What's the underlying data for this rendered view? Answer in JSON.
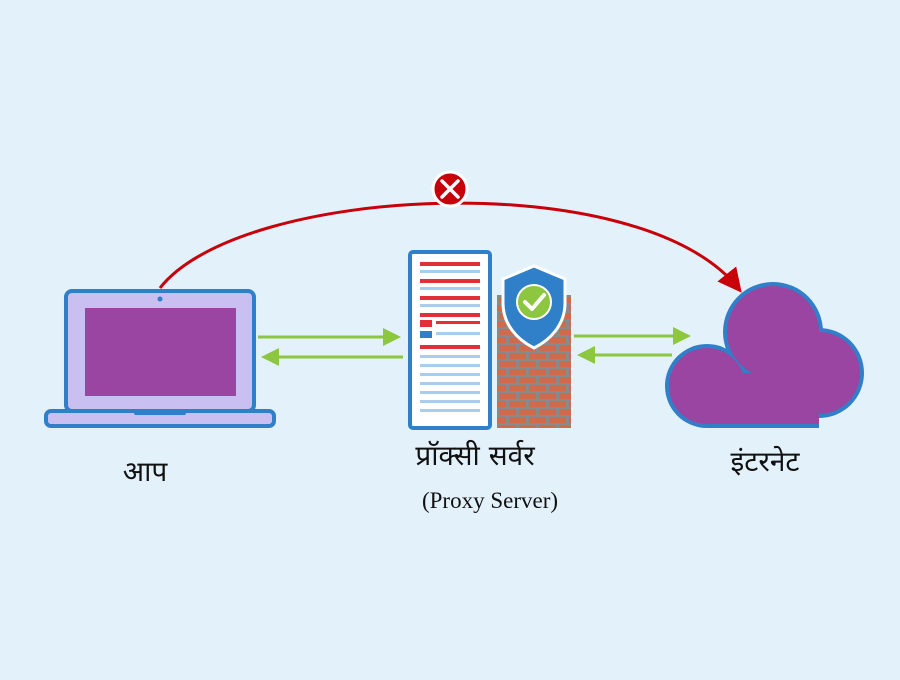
{
  "labels": {
    "you": "आप",
    "proxy_server": "प्रॉक्सी सर्वर",
    "proxy_server_en": "(Proxy Server)",
    "internet": "इंटरनेट"
  },
  "icons": {
    "laptop": "laptop-icon",
    "server": "server-icon",
    "firewall": "brick-wall-icon",
    "shield": "shield-check-icon",
    "cloud": "cloud-icon",
    "blocked": "blocked-x-icon"
  },
  "colors": {
    "background": "#e3f1fb",
    "blocked_arrow": "#c8000a",
    "allowed_arrows": "#8dc63f",
    "laptop_frame": "#2f7fc9",
    "laptop_fill": "#c9bff0",
    "screen": "#9b45a2",
    "cloud": "#9b45a2",
    "server_bar_red": "#e23038",
    "server_bar_blue": "#a9cdee",
    "brick": "#d06a4c",
    "shield": "#2f7fc9",
    "check": "#8dc63f"
  }
}
